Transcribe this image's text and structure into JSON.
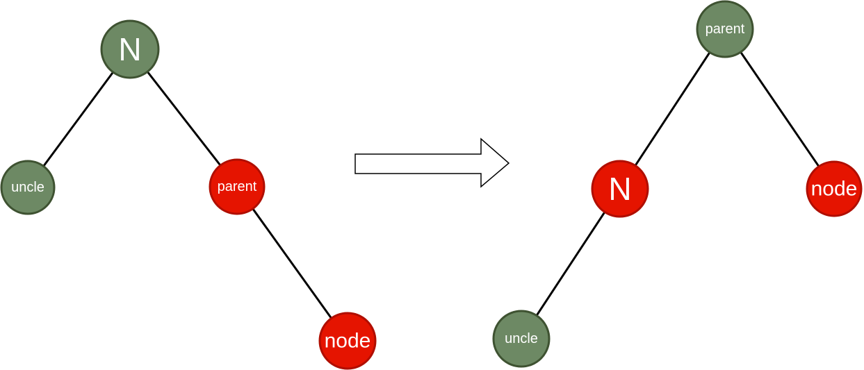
{
  "colors": {
    "background": "#ffffff",
    "green_fill": "#6D8964",
    "green_stroke": "#3E5231",
    "red_fill": "#E51400",
    "red_stroke": "#B00E00",
    "edge": "#000000",
    "label_text": "#FFFFFF",
    "arrow_fill": "#FFFFFF",
    "arrow_stroke": "#000000"
  },
  "arrow": {
    "meaning": "transforms-into"
  },
  "trees": {
    "left": {
      "nodes": {
        "root": {
          "label": "N",
          "color": "green"
        },
        "left_child": {
          "label": "uncle",
          "color": "green"
        },
        "right_child": {
          "label": "parent",
          "color": "red"
        },
        "right_grandchild": {
          "label": "node",
          "color": "red"
        }
      },
      "edges": [
        {
          "from": "root",
          "to": "left_child"
        },
        {
          "from": "root",
          "to": "right_child"
        },
        {
          "from": "right_child",
          "to": "right_grandchild"
        }
      ]
    },
    "right": {
      "nodes": {
        "root": {
          "label": "parent",
          "color": "green"
        },
        "left_child": {
          "label": "N",
          "color": "red"
        },
        "right_child": {
          "label": "node",
          "color": "red"
        },
        "left_grandchild": {
          "label": "uncle",
          "color": "green"
        }
      },
      "edges": [
        {
          "from": "root",
          "to": "left_child"
        },
        {
          "from": "root",
          "to": "right_child"
        },
        {
          "from": "left_child",
          "to": "left_grandchild"
        }
      ]
    }
  }
}
